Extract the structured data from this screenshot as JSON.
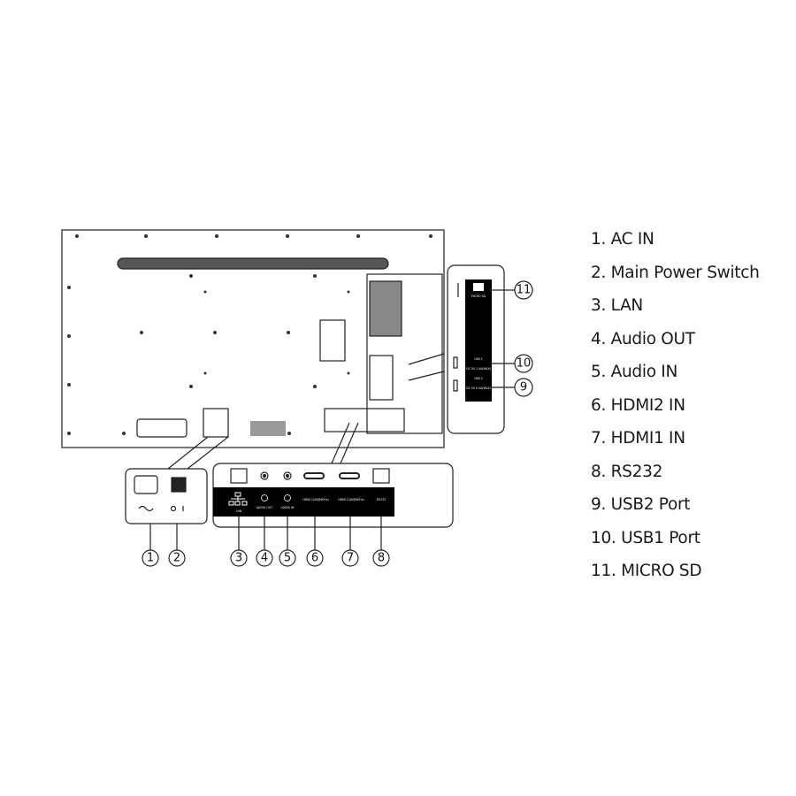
{
  "legend": [
    "1. AC IN",
    "2. Main Power Switch",
    "3. LAN",
    "4. Audio OUT",
    "5. Audio IN",
    "6. HDMI2 IN",
    "7. HDMI1 IN",
    "8. RS232",
    "9. USB2 Port",
    "10. USB1 Port",
    "11. MICRO SD"
  ],
  "callouts": [
    "1",
    "2",
    "3",
    "4",
    "5",
    "6",
    "7",
    "8",
    "9",
    "10",
    "11"
  ],
  "port_labels": {
    "lan": "LAN",
    "audio_out": "AUDIO OUT",
    "audio_in": "AUDIO IN",
    "hdmi2": "HDMI 2(4K@60Hz)",
    "hdmi1": "HDMI 1(4K@60Hz)",
    "rs232": "RS232",
    "micro_sd": "MICRO SD",
    "usb1": "USB 1",
    "usb1_rating": "DC 5V 1.0A(MAX)",
    "usb2": "USB 2",
    "usb2_rating": "DC 5V 0.5A(MAX)"
  }
}
